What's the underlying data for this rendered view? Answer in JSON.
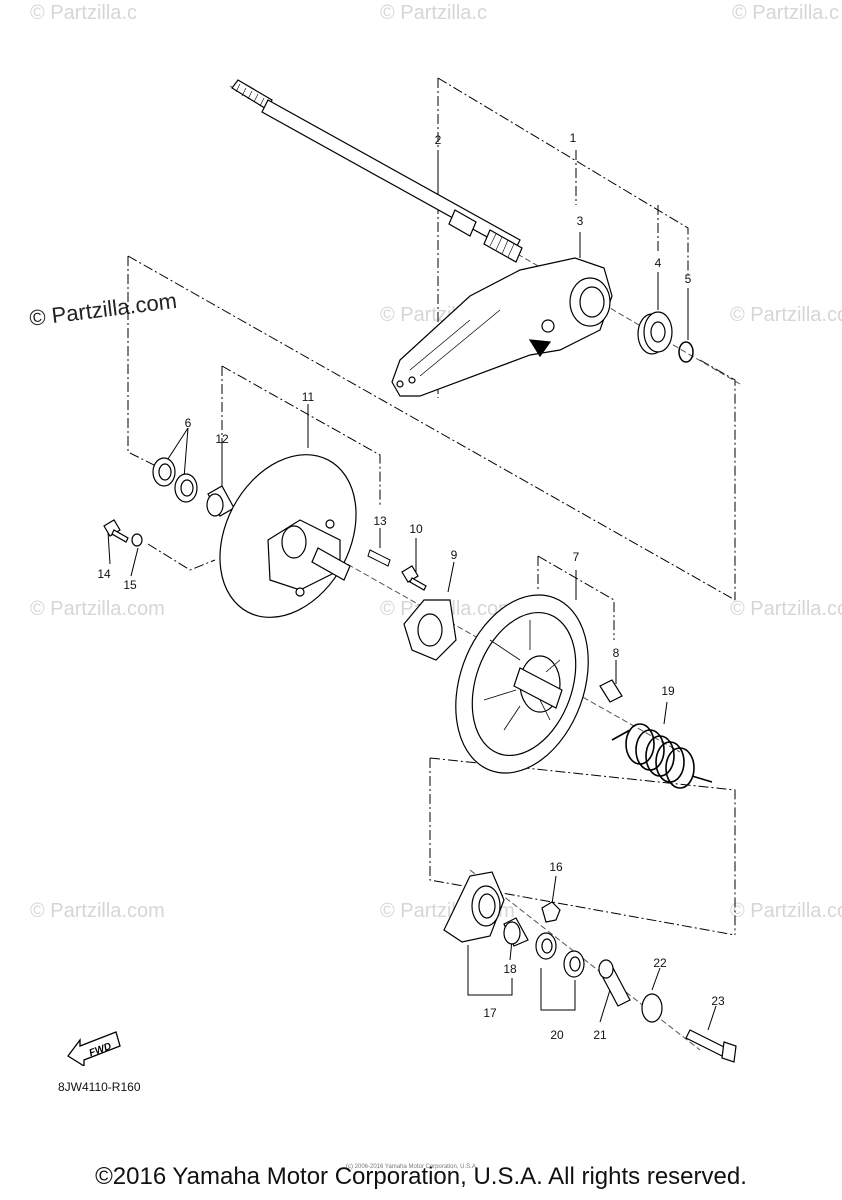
{
  "watermarks": {
    "brand": "© Partzilla.com",
    "brand_short": "© Partzilla.c"
  },
  "callouts": [
    "1",
    "2",
    "3",
    "4",
    "5",
    "6",
    "7",
    "8",
    "9",
    "10",
    "11",
    "12",
    "13",
    "14",
    "15",
    "16",
    "17",
    "18",
    "19",
    "20",
    "21",
    "22",
    "23"
  ],
  "fwd_label": "FWD",
  "diagram_ref": "8JW4110-R160",
  "tiny_copyright": "(c) 2006-2016 Yamaha Motor Corporation, U.S.A.",
  "footer_copyright": "©2016 Yamaha Motor Corporation, U.S.A. All rights reserved."
}
